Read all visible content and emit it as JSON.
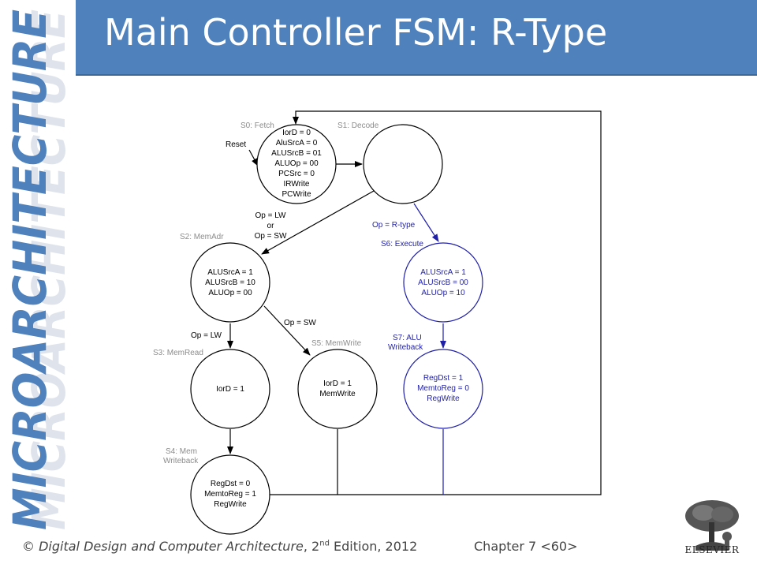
{
  "side_title": "MICROARCHITECTURE",
  "title": "Main Controller FSM: R-Type",
  "states": {
    "s0": {
      "name": "S0: Fetch",
      "lines": [
        "IorD = 0",
        "AluSrcA = 0",
        "ALUSrcB = 01",
        "ALUOp = 00",
        "PCSrc = 0",
        "IRWrite",
        "PCWrite"
      ]
    },
    "s1": {
      "name": "S1: Decode",
      "lines": []
    },
    "s2": {
      "name": "S2: MemAdr",
      "lines": [
        "ALUSrcA = 1",
        "ALUSrcB = 10",
        "ALUOp = 00"
      ]
    },
    "s3": {
      "name": "S3: MemRead",
      "lines": [
        "IorD = 1"
      ]
    },
    "s4": {
      "name_lines": [
        "S4: Mem",
        "Writeback"
      ],
      "lines": [
        "RegDst = 0",
        "MemtoReg = 1",
        "RegWrite"
      ]
    },
    "s5": {
      "name": "S5: MemWrite",
      "lines": [
        "IorD = 1",
        "MemWrite"
      ]
    },
    "s6": {
      "name": "S6: Execute",
      "lines": [
        "ALUSrcA = 1",
        "ALUSrcB = 00",
        "ALUOp = 10"
      ]
    },
    "s7": {
      "name_lines": [
        "S7: ALU",
        "Writeback"
      ],
      "lines": [
        "RegDst = 1",
        "MemtoReg = 0",
        "RegWrite"
      ]
    }
  },
  "transitions": {
    "reset": "Reset",
    "lw_sw": [
      "Op = LW",
      "or",
      "Op = SW"
    ],
    "rtype": "Op = R-type",
    "lw": "Op = LW",
    "sw": "Op = SW"
  },
  "colors": {
    "title_bar": "#4f81bd",
    "rtype_path": "#1f1fa8",
    "gray_label": "#8c8c8c"
  },
  "footer": {
    "copyright": "©",
    "book": "Digital Design and Computer Architecture",
    "edition_num": "2",
    "edition_sup": "nd",
    "edition_rest": "Edition, 2012",
    "chapter": "Chapter 7 <60>"
  },
  "logo": {
    "icon": "elsevier-tree-icon",
    "text": "ELSEVIER"
  }
}
